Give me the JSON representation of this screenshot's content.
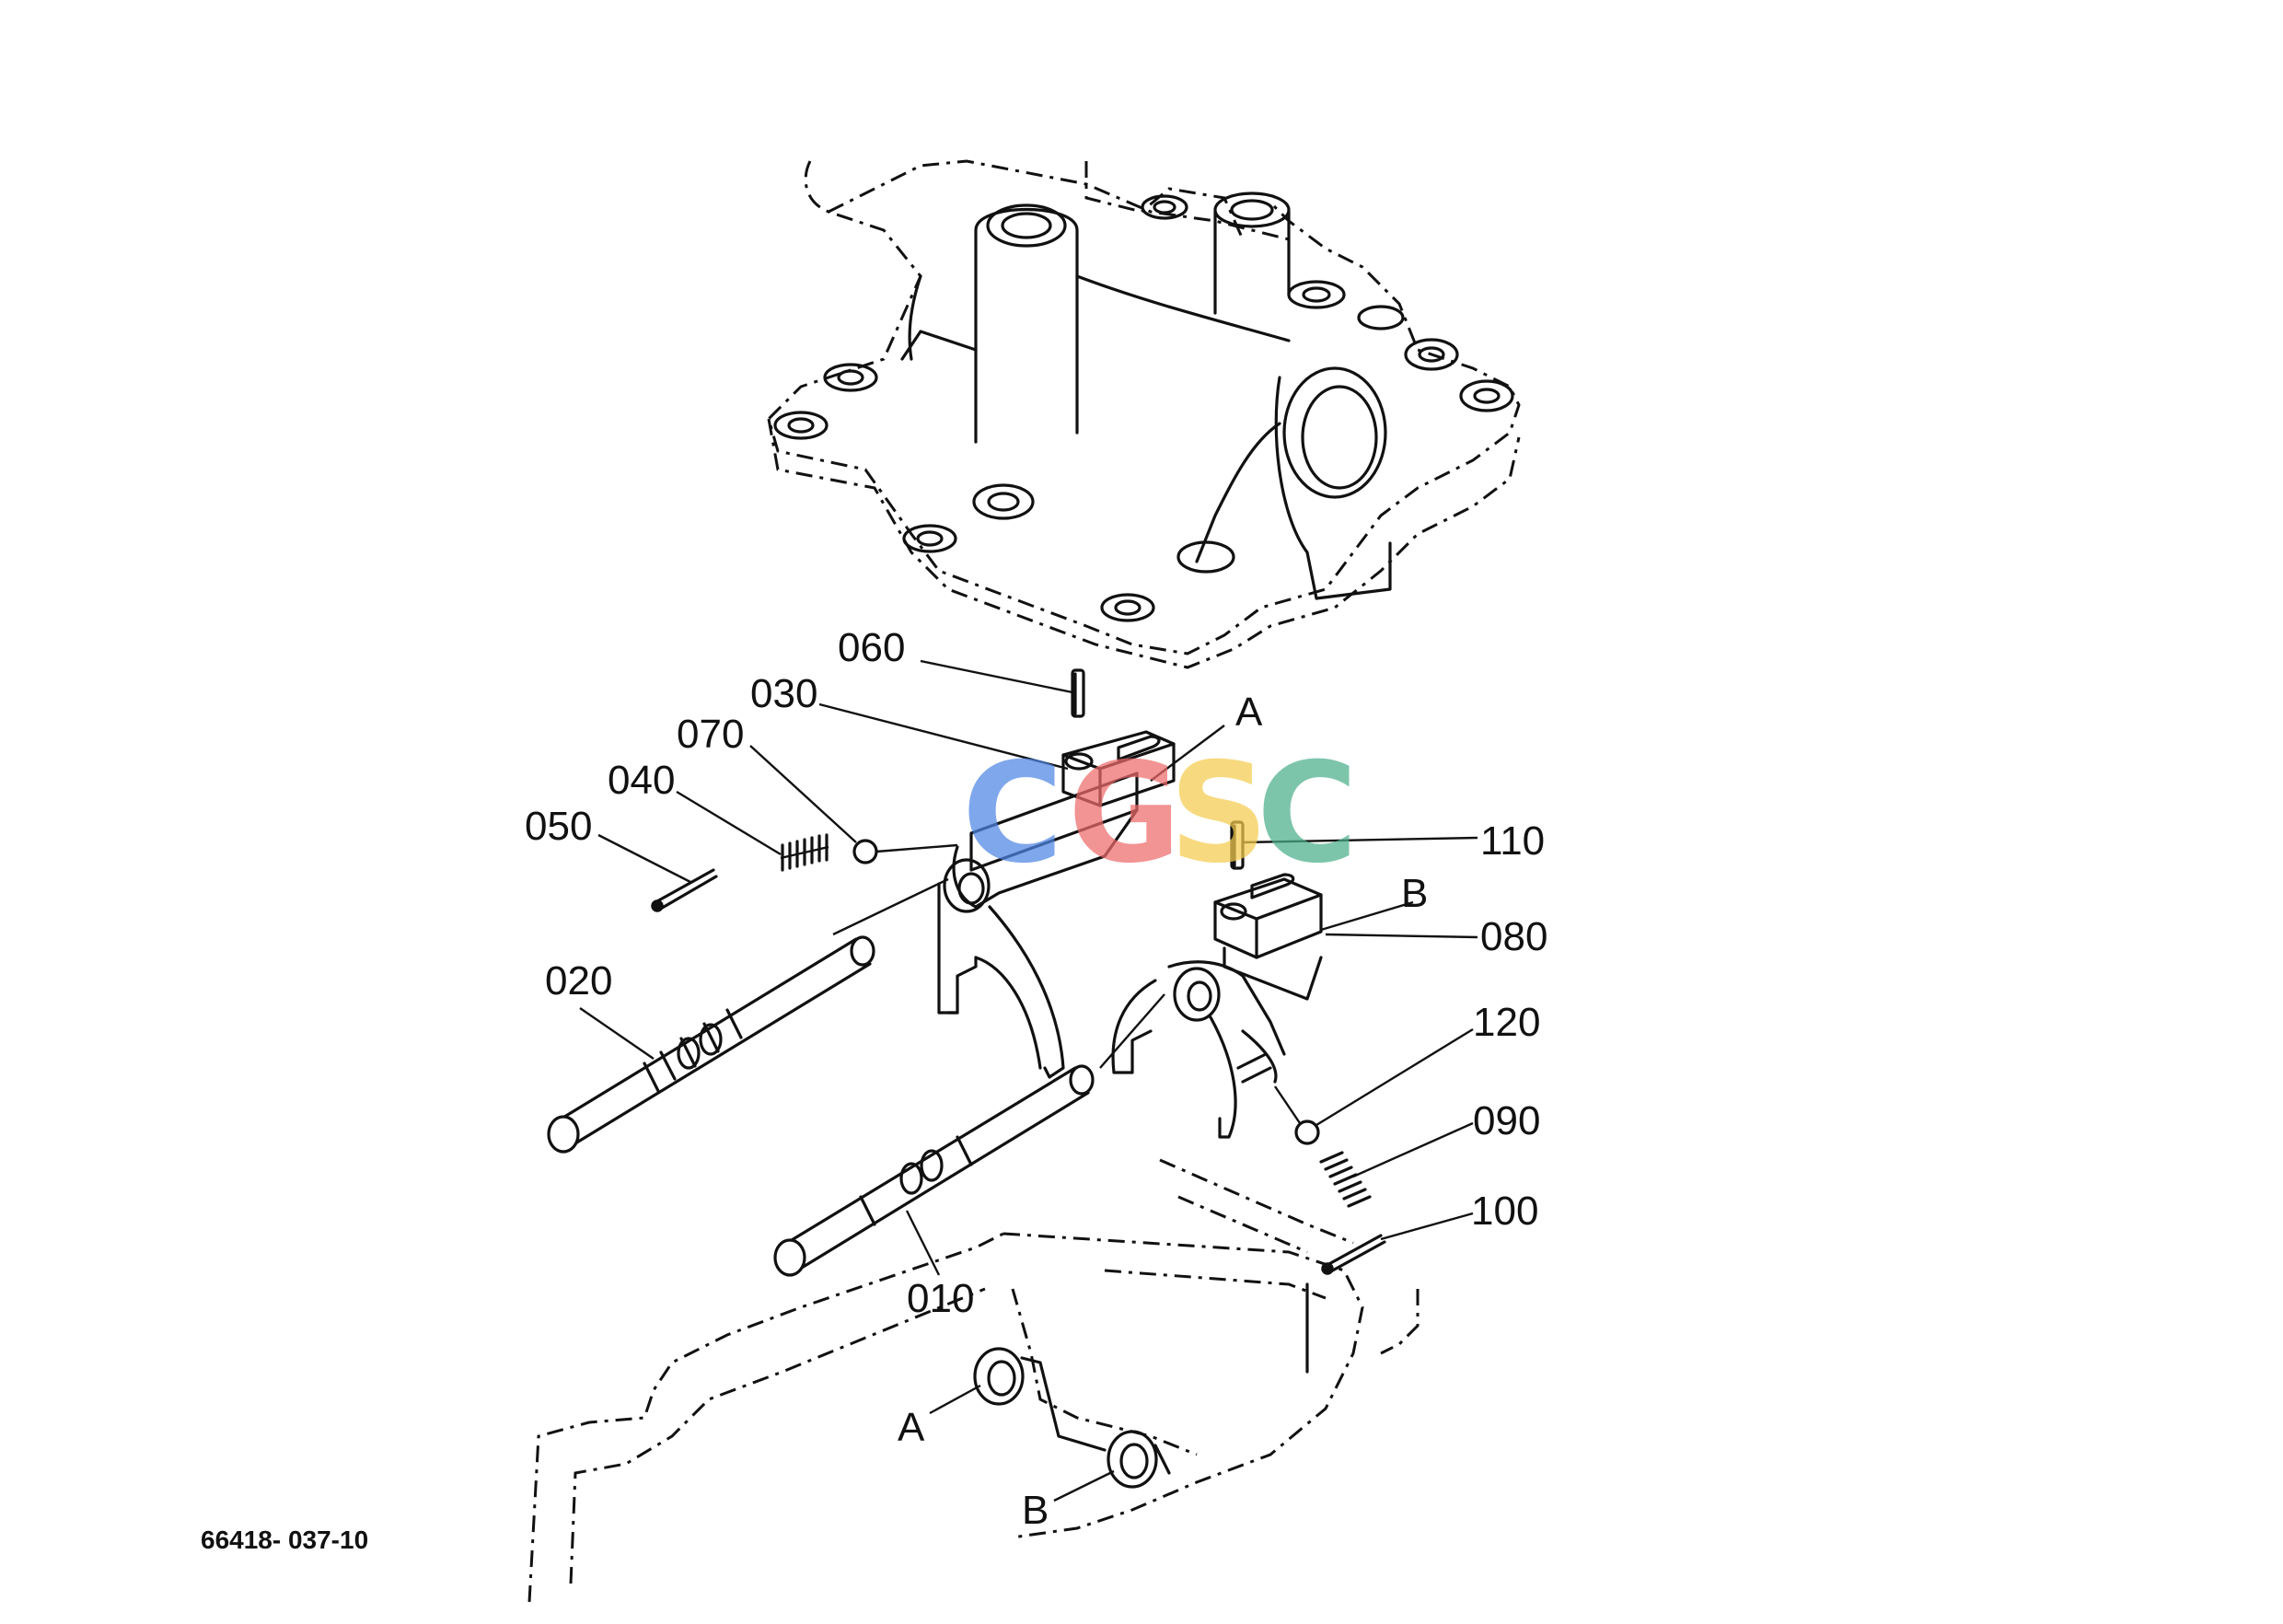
{
  "drawing_code": "66418- 037-10",
  "callouts": {
    "p010": "010",
    "p020": "020",
    "p030": "030",
    "p040": "040",
    "p050": "050",
    "p060": "060",
    "p070": "070",
    "p080": "080",
    "p090": "090",
    "p100": "100",
    "p110": "110",
    "p120": "120"
  },
  "refs": {
    "a_top": "A",
    "b_top": "B",
    "a_bottom": "A",
    "b_bottom": "B"
  },
  "watermark": {
    "letters": [
      "C",
      "G",
      "S",
      "C"
    ],
    "colors": [
      "#4f86e6",
      "#ee6b6b",
      "#f4cd4e",
      "#4caf8a"
    ]
  }
}
